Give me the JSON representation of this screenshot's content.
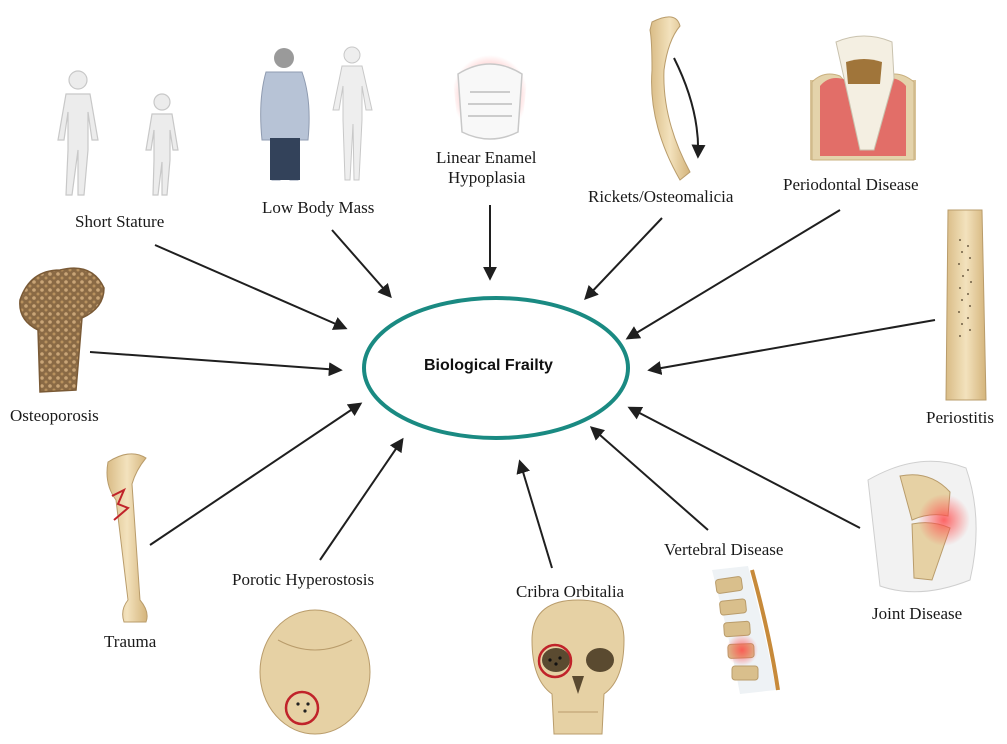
{
  "center": {
    "label": "Biological Frailty",
    "ring_color": "#1a8a82"
  },
  "factors": [
    {
      "id": "short-stature",
      "label": "Short Stature"
    },
    {
      "id": "low-body-mass",
      "label": "Low Body Mass"
    },
    {
      "id": "linear-enamel-hypoplasia",
      "label_line1": "Linear Enamel",
      "label_line2": "Hypoplasia"
    },
    {
      "id": "rickets",
      "label": "Rickets/Osteomalicia"
    },
    {
      "id": "periodontal-disease",
      "label": "Periodontal Disease"
    },
    {
      "id": "osteoporosis",
      "label": "Osteoporosis"
    },
    {
      "id": "periostitis",
      "label": "Periostitis"
    },
    {
      "id": "trauma",
      "label": "Trauma"
    },
    {
      "id": "porotic-hyperostosis",
      "label": "Porotic Hyperostosis"
    },
    {
      "id": "cribra-orbitalia",
      "label": "Cribra Orbitalia"
    },
    {
      "id": "vertebral-disease",
      "label": "Vertebral Disease"
    },
    {
      "id": "joint-disease",
      "label": "Joint Disease"
    }
  ],
  "icons": [
    "human-figures-icon",
    "overweight-figures-icon",
    "tooth-enamel-icon",
    "bent-femur-icon",
    "periodontal-tooth-icon",
    "porous-femur-head-icon",
    "tibia-shaft-icon",
    "fractured-femur-icon",
    "skull-top-icon",
    "skull-front-icon",
    "spine-icon",
    "knee-joint-icon"
  ],
  "colors": {
    "arrow": "#1f1f1f",
    "bone": "#e9d3a8",
    "bone_edge": "#b99c6b",
    "lesion_ring": "#c0232a",
    "inflammation": "#e6404a"
  }
}
